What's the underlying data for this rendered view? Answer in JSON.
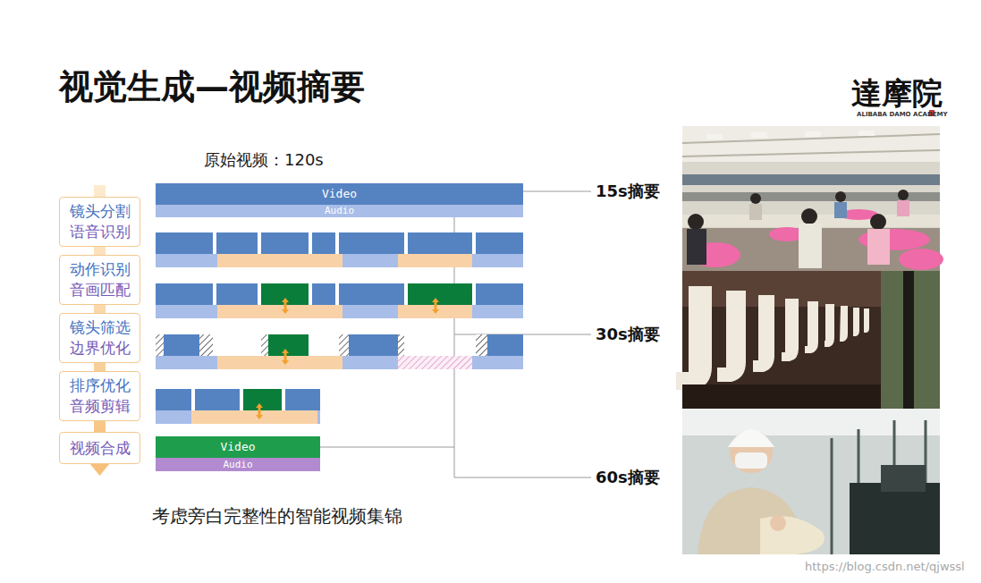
{
  "diagram": {
    "title": "视觉生成—视频摘要",
    "caption": "考虑旁白完整性的智能视频集锦",
    "nodes": [
      {
        "text": [
          "镜头分割",
          "语音识别"
        ]
      },
      {
        "text": [
          "动作识别",
          "音画匹配"
        ]
      },
      {
        "text": [
          "镜头筛选",
          "边界优化"
        ]
      },
      {
        "text": [
          "排序优化",
          "音频剪辑"
        ]
      },
      {
        "text": [
          "视频合成"
        ]
      },
      {
        "text": [
          "Video"
        ]
      },
      {
        "text": [
          "Audio"
        ]
      },
      {
        "text": [
          "Video"
        ]
      },
      {
        "text": [
          "Audio"
        ]
      }
    ],
    "labels": [
      "達摩院",
      "ALIBABA DAMO ACADEMY",
      "原始视频：120s",
      "15s摘要",
      "30s摘要",
      "60s摘要",
      "https://blog.csdn.net/qjwssl"
    ]
  }
}
